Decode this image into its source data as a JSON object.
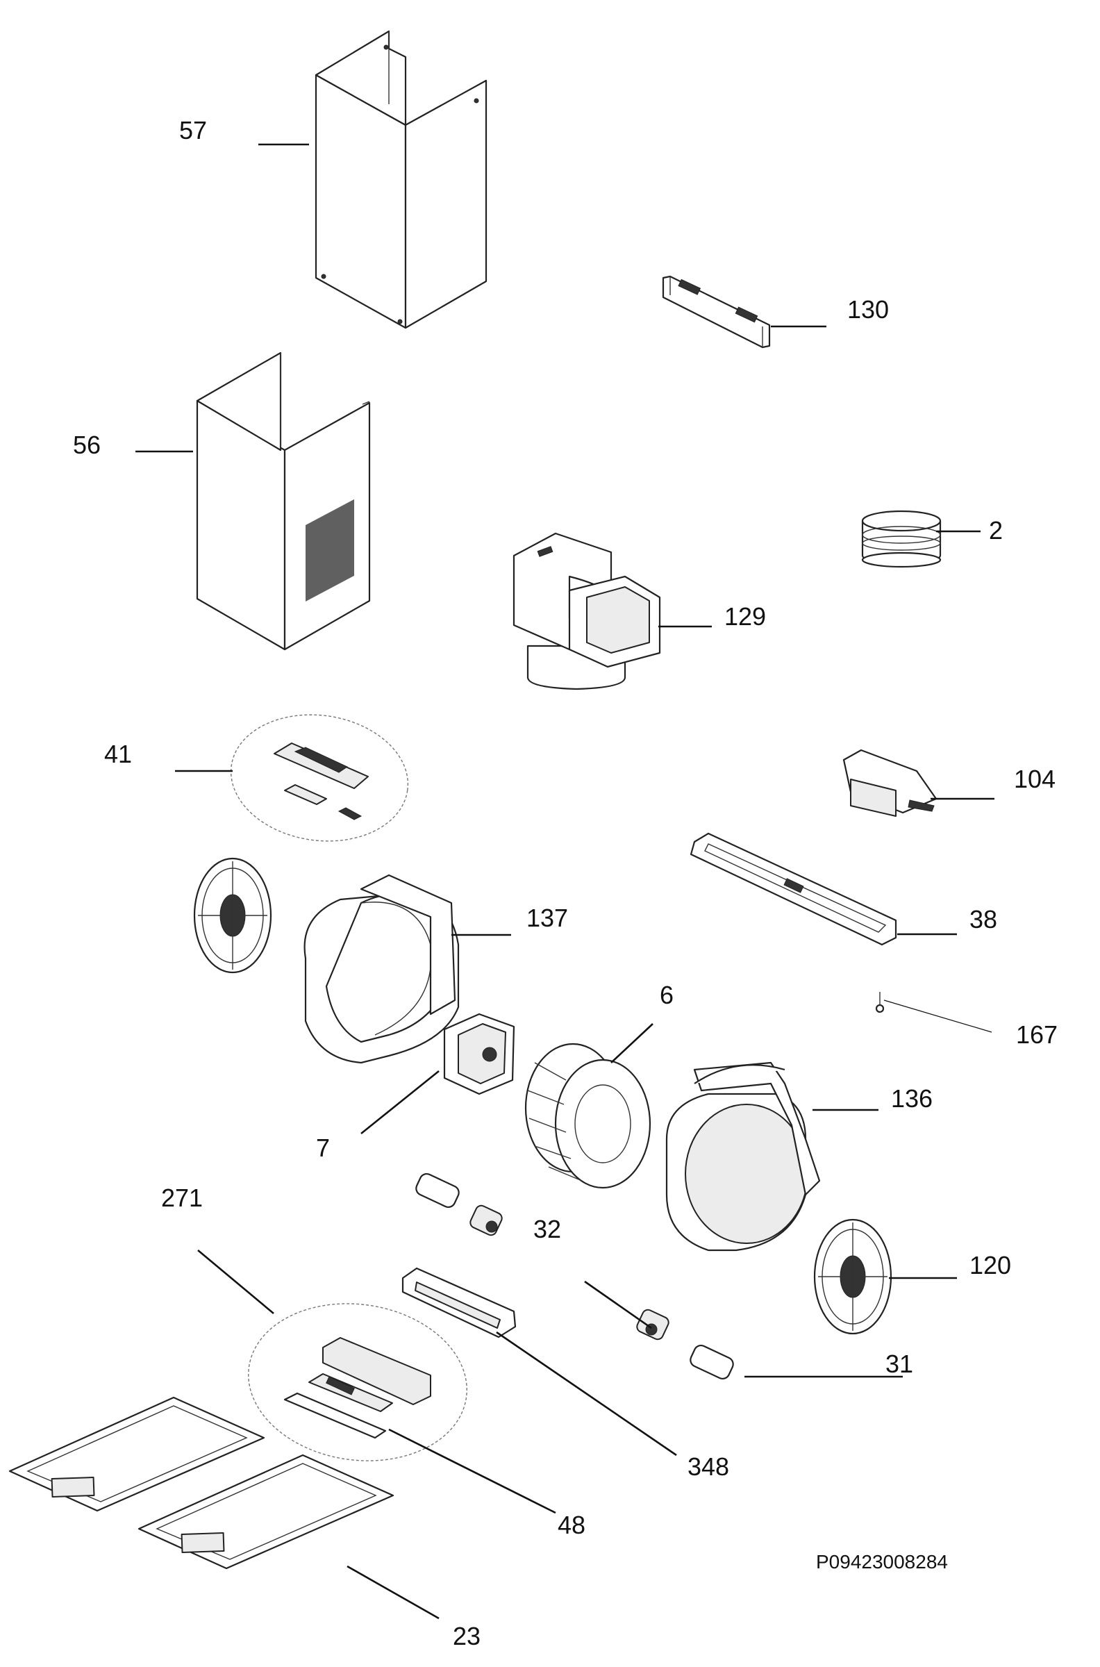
{
  "diagram": {
    "document_code": "P09423008284",
    "parts": [
      {
        "id": "57",
        "label": "57"
      },
      {
        "id": "130",
        "label": "130"
      },
      {
        "id": "56",
        "label": "56"
      },
      {
        "id": "2",
        "label": "2"
      },
      {
        "id": "129",
        "label": "129"
      },
      {
        "id": "41",
        "label": "41"
      },
      {
        "id": "104",
        "label": "104"
      },
      {
        "id": "137",
        "label": "137"
      },
      {
        "id": "38",
        "label": "38"
      },
      {
        "id": "6",
        "label": "6"
      },
      {
        "id": "167",
        "label": "167"
      },
      {
        "id": "136",
        "label": "136"
      },
      {
        "id": "7",
        "label": "7"
      },
      {
        "id": "271",
        "label": "271"
      },
      {
        "id": "32",
        "label": "32"
      },
      {
        "id": "120",
        "label": "120"
      },
      {
        "id": "31",
        "label": "31"
      },
      {
        "id": "348",
        "label": "348"
      },
      {
        "id": "48",
        "label": "48"
      },
      {
        "id": "23",
        "label": "23"
      }
    ]
  }
}
